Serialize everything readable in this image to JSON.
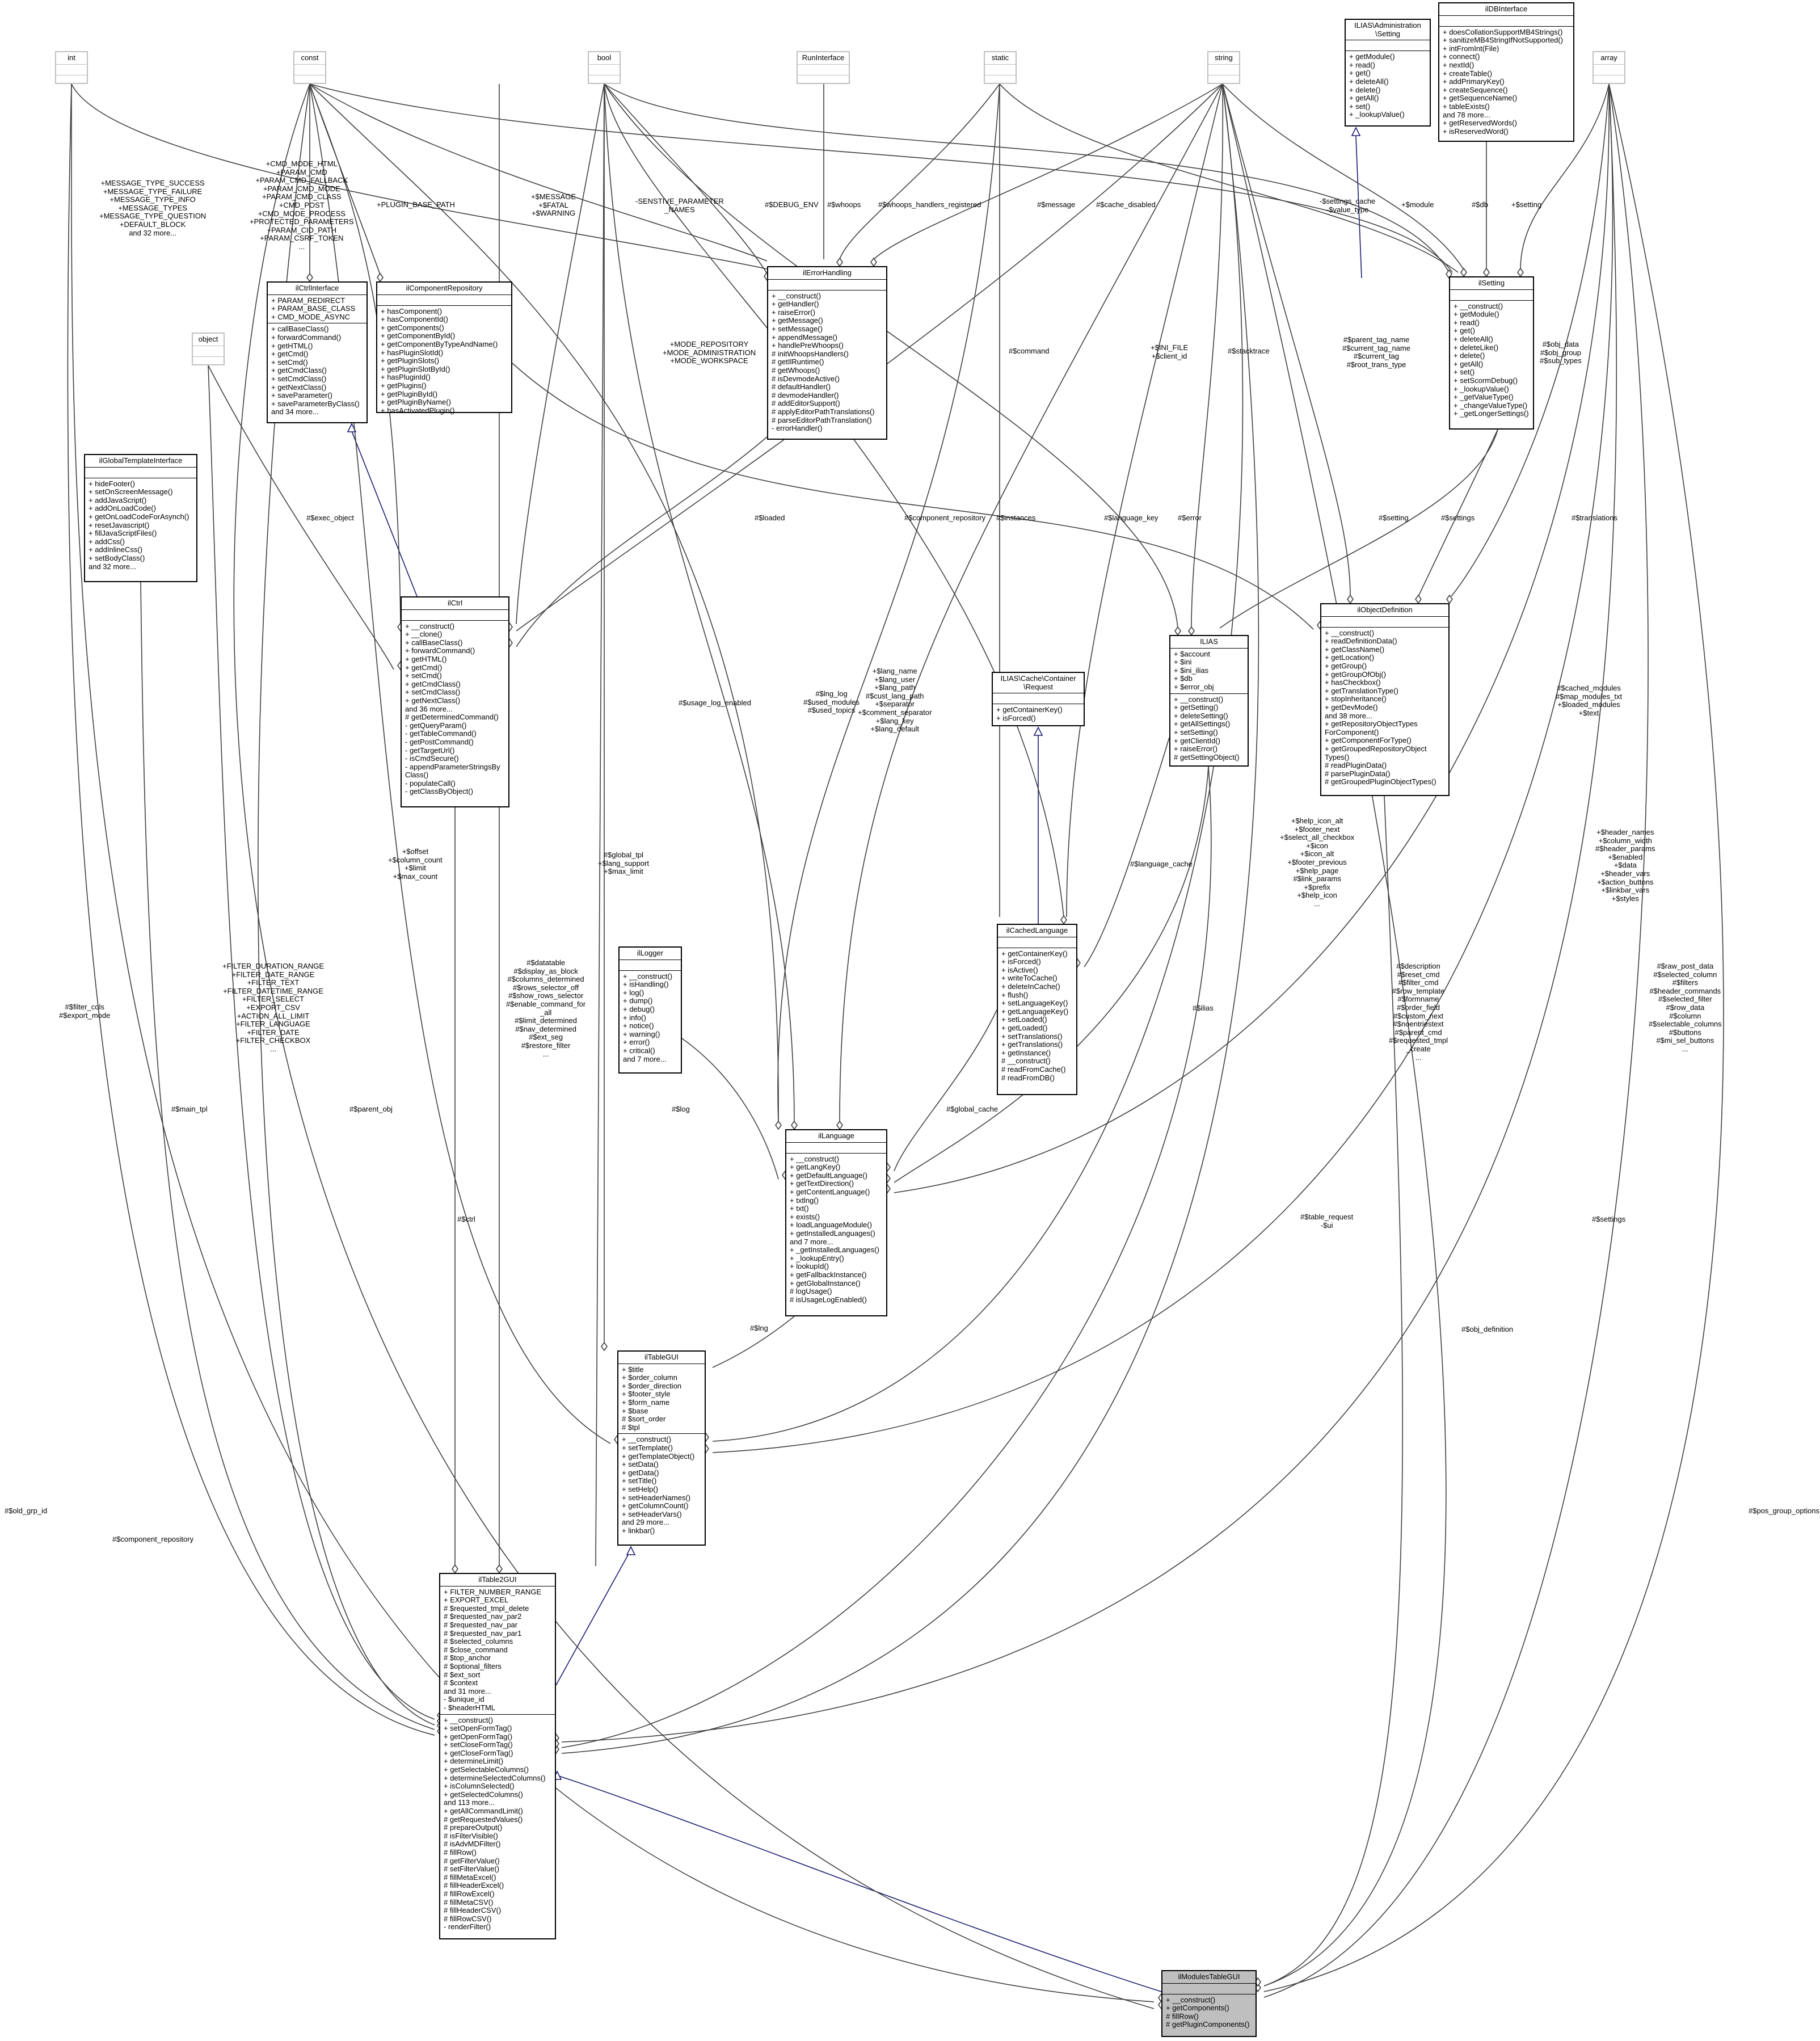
{
  "diagram": {
    "classes": {
      "int": {
        "title": "int",
        "attrs": [],
        "ops": [],
        "ghost": true
      },
      "const": {
        "title": "const",
        "attrs": [],
        "ops": [],
        "ghost": true
      },
      "bool": {
        "title": "bool",
        "attrs": [],
        "ops": [],
        "ghost": true
      },
      "RunInterface": {
        "title": "RunInterface",
        "attrs": [],
        "ops": [],
        "ghost": true
      },
      "static": {
        "title": "static",
        "attrs": [],
        "ops": [],
        "ghost": true
      },
      "string": {
        "title": "string",
        "attrs": [],
        "ops": [],
        "ghost": true
      },
      "object": {
        "title": "object",
        "attrs": [],
        "ops": [],
        "ghost": true
      },
      "array": {
        "title": "array",
        "attrs": [],
        "ops": [],
        "ghost": true
      },
      "AdminSetting": {
        "title": "ILIAS\\Administration\n\\Setting",
        "attrs": [],
        "ops": [
          "+ getModule()",
          "+ read()",
          "+ get()",
          "+ deleteAll()",
          "+ delete()",
          "+ getAll()",
          "+ set()",
          "+ _lookupValue()"
        ]
      },
      "ilDBInterface": {
        "title": "ilDBInterface",
        "attrs": [],
        "ops": [
          "+ doesCollationSupportMB4Strings()",
          "+ sanitizeMB4StringIfNotSupported()",
          "+ intFromInt(File)",
          "+ connect()",
          "+ nextId()",
          "+ createTable()",
          "+ addPrimaryKey()",
          "+ createSequence()",
          "+ getSequenceName()",
          "+ tableExists()",
          "and 78 more...",
          "+ getReservedWords()",
          "+ isReservedWord()"
        ]
      },
      "ilCtrlInterface": {
        "title": "ilCtrlInterface",
        "attrs": [
          "+ PARAM_REDIRECT",
          "+ PARAM_BASE_CLASS",
          "+ CMD_MODE_ASYNC"
        ],
        "ops": [
          "+ callBaseClass()",
          "+ forwardCommand()",
          "+ getHTML()",
          "+ getCmd()",
          "+ setCmd()",
          "+ getCmdClass()",
          "+ setCmdClass()",
          "+ getNextClass()",
          "+ saveParameter()",
          "+ saveParameterByClass()",
          "and 34 more..."
        ]
      },
      "ilComponentRepository": {
        "title": "ilComponentRepository",
        "attrs": [],
        "ops": [
          "+ hasComponent()",
          "+ hasComponentId()",
          "+ getComponents()",
          "+ getComponentById()",
          "+ getComponentByTypeAndName()",
          "+ hasPluginSlotId()",
          "+ getPluginSlots()",
          "+ getPluginSlotById()",
          "+ hasPluginId()",
          "+ getPlugins()",
          "+ getPluginById()",
          "+ getPluginByName()",
          "+ hasActivatedPlugin()"
        ]
      },
      "ilErrorHandling": {
        "title": "ilErrorHandling",
        "attrs": [],
        "ops": [
          "+ __construct()",
          "+ getHandler()",
          "+ raiseError()",
          "+ getMessage()",
          "+ setMessage()",
          "+ appendMessage()",
          "+ handlePreWhoops()",
          "# initWhoopsHandlers()",
          "# getIlRuntime()",
          "# getWhoops()",
          "# isDevmodeActive()",
          "# defaultHandler()",
          "# devmodeHandler()",
          "# addEditorSupport()",
          "# applyEditorPathTranslations()",
          "# parseEditorPathTranslation()",
          "- errorHandler()"
        ]
      },
      "ilSetting": {
        "title": "ilSetting",
        "attrs": [],
        "ops": [
          "+ __construct()",
          "+ getModule()",
          "+ read()",
          "+ get()",
          "+ deleteAll()",
          "+ deleteLike()",
          "+ delete()",
          "+ getAll()",
          "+ set()",
          "+ setScormDebug()",
          "+ _lookupValue()",
          "+ _getValueType()",
          "+ _changeValueType()",
          "+ _getLongerSettings()"
        ]
      },
      "ilGlobalTemplateInterface": {
        "title": "ilGlobalTemplateInterface",
        "attrs": [],
        "ops": [
          "+ hideFooter()",
          "+ setOnScreenMessage()",
          "+ addJavaScript()",
          "+ addOnLoadCode()",
          "+ getOnLoadCodeForAsynch()",
          "+ resetJavascript()",
          "+ fillJavaScriptFiles()",
          "+ addCss()",
          "+ addInlineCss()",
          "+ setBodyClass()",
          "and 32 more..."
        ]
      },
      "ilCtrl": {
        "title": "ilCtrl",
        "attrs": [],
        "ops": [
          "+ __construct()",
          "+ __clone()",
          "+ callBaseClass()",
          "+ forwardCommand()",
          "+ getHTML()",
          "+ getCmd()",
          "+ setCmd()",
          "+ getCmdClass()",
          "+ setCmdClass()",
          "+ getNextClass()",
          "and 36 more...",
          "# getDeterminedCommand()",
          "- getQueryParam()",
          "- getTableCommand()",
          "- getPostCommand()",
          "- getTargetUrl()",
          "- isCmdSecure()",
          "- appendParameterStringsBy",
          "Class()",
          "- populateCall()",
          "- getClassByObject()"
        ]
      },
      "ilObjectDefinition": {
        "title": "ilObjectDefinition",
        "attrs": [],
        "ops": [
          "+ __construct()",
          "+ readDefinitionData()",
          "+ getClassName()",
          "+ getLocation()",
          "+ getGroup()",
          "+ getGroupOfObj()",
          "+ hasCheckbox()",
          "+ getTranslationType()",
          "+ stopInheritance()",
          "+ getDevMode()",
          "and 38 more...",
          "+ getRepositoryObjectTypes",
          "ForComponent()",
          "+ getComponentForType()",
          "+ getGroupedRepositoryObject",
          "Types()",
          "# readPluginData()",
          "# parsePluginData()",
          "# getGroupedPluginObjectTypes()"
        ]
      },
      "ILIAS": {
        "title": "ILIAS",
        "attrs": [
          "+ $account",
          "+ $ini",
          "+ $ini_ilias",
          "+ $db",
          "+ $error_obj"
        ],
        "ops": [
          "+ __construct()",
          "+ getSetting()",
          "+ deleteSetting()",
          "+ getAllSettings()",
          "+ setSetting()",
          "+ getClientId()",
          "+ raiseError()",
          "# getSettingObject()"
        ]
      },
      "ContainerRequest": {
        "title": "ILIAS\\Cache\\Container\n\\Request",
        "attrs": [],
        "ops": [
          "+ getContainerKey()",
          "+ isForced()"
        ]
      },
      "ilCachedLanguage": {
        "title": "ilCachedLanguage",
        "attrs": [],
        "ops": [
          "+ getContainerKey()",
          "+ isForced()",
          "+ isActive()",
          "+ writeToCache()",
          "+ deleteInCache()",
          "+ flush()",
          "+ setLanguageKey()",
          "+ getLanguageKey()",
          "+ setLoaded()",
          "+ getLoaded()",
          "+ setTranslations()",
          "+ getTranslations()",
          "+ getInstance()",
          "# __construct()",
          "# readFromCache()",
          "# readFromDB()"
        ]
      },
      "ilLogger": {
        "title": "ilLogger",
        "attrs": [],
        "ops": [
          "+ __construct()",
          "+ isHandling()",
          "+ log()",
          "+ dump()",
          "+ debug()",
          "+ info()",
          "+ notice()",
          "+ warning()",
          "+ error()",
          "+ critical()",
          "and 7 more..."
        ]
      },
      "ilLanguage": {
        "title": "ilLanguage",
        "attrs": [],
        "ops": [
          "+ __construct()",
          "+ getLangKey()",
          "+ getDefaultLanguage()",
          "+ getTextDirection()",
          "+ getContentLanguage()",
          "+ txtlng()",
          "+ txt()",
          "+ exists()",
          "+ loadLanguageModule()",
          "+ getInstalledLanguages()",
          "and 7 more...",
          "+ _getInstalledLanguages()",
          "+ _lookupEntry()",
          "+ lookupId()",
          "+ getFallbackInstance()",
          "+ getGlobalInstance()",
          "# logUsage()",
          "# isUsageLogEnabled()"
        ]
      },
      "ilTableGUI": {
        "title": "ilTableGUI",
        "attrs": [
          "+ $title",
          "+ $order_column",
          "+ $order_direction",
          "+ $footer_style",
          "+ $form_name",
          "+ $base",
          "# $sort_order",
          "# $tpl"
        ],
        "ops": [
          "+ __construct()",
          "+ setTemplate()",
          "+ getTemplateObject()",
          "+ setData()",
          "+ getData()",
          "+ setTitle()",
          "+ setHelp()",
          "+ setHeaderNames()",
          "+ getColumnCount()",
          "+ setHeaderVars()",
          "and 29 more...",
          "+ linkbar()"
        ]
      },
      "ilTable2GUI": {
        "title": "ilTable2GUI",
        "attrs": [
          "+ FILTER_NUMBER_RANGE",
          "+ EXPORT_EXCEL",
          "# $requested_tmpl_delete",
          "# $requested_nav_par2",
          "# $requested_nav_par",
          "# $requested_nav_par1",
          "# $selected_columns",
          "# $close_command",
          "# $top_anchor",
          "# $optional_filters",
          "# $ext_sort",
          "# $context",
          "and 31 more...",
          "- $unique_id",
          "- $headerHTML"
        ],
        "ops": [
          "+ __construct()",
          "+ setOpenFormTag()",
          "+ getOpenFormTag()",
          "+ setCloseFormTag()",
          "+ getCloseFormTag()",
          "+ determineLimit()",
          "+ getSelectableColumns()",
          "+ determineSelectedColumns()",
          "+ isColumnSelected()",
          "+ getSelectedColumns()",
          "and 113 more...",
          "+ getAllCommandLimit()",
          "# getRequestedValues()",
          "# prepareOutput()",
          "# isFilterVisible()",
          "# isAdvMDFilter()",
          "# fillRow()",
          "# getFilterValue()",
          "# setFilterValue()",
          "# fillMetaExcel()",
          "# fillHeaderExcel()",
          "# fillRowExcel()",
          "# fillMetaCSV()",
          "# fillHeaderCSV()",
          "# fillRowCSV()",
          "- renderFilter()"
        ]
      },
      "ilModulesTableGUI": {
        "title": "ilModulesTableGUI",
        "attrs": [],
        "ops": [
          "+ __construct()",
          "+ getComponents()",
          "# fillRow()",
          "# getPluginComponents()"
        ],
        "focus": true
      }
    },
    "edge_labels": {
      "l01": "+MESSAGE_TYPE_SUCCESS\n+MESSAGE_TYPE_FAILURE\n+MESSAGE_TYPE_INFO\n+MESSAGE_TYPES\n+MESSAGE_TYPE_QUESTION\n+DEFAULT_BLOCK\nand 32 more...",
      "l02": "+CMD_MODE_HTML\n+PARAM_CMD\n+PARAM_CMD_FALLBACK\n+PARAM_CMD_MODE\n+PARAM_CMD_CLASS\n+CMD_POST\n+CMD_MODE_PROCESS\n+PROTECTED_PARAMETERS\n+PARAM_CID_PATH\n+PARAM_CSRF_TOKEN\n...",
      "l03": "+PLUGIN_BASE_PATH",
      "l04": "+$MESSAGE\n+$FATAL\n+$WARNING",
      "l05": "-SENSTIVE_PARAMETER\n_NAMES",
      "l06": "#$DEBUG_ENV",
      "l07": "#$whoops",
      "l08": "#$whoops_handlers_registered",
      "l09": "#$message",
      "l10": "#$cache_disabled",
      "l11": "-$settings_cache\n-$value_type",
      "l12": "+$module",
      "l13": "#$db",
      "l14": "+$setting",
      "l15": "+MODE_REPOSITORY\n+MODE_ADMINISTRATION\n+MODE_WORKSPACE",
      "l16": "#$command",
      "l17": "+$INI_FILE\n+$client_id",
      "l18": "#$stacktrace",
      "l19": "#$parent_tag_name\n#$current_tag_name\n#$current_tag\n#$root_trans_type",
      "l20": "#$obj_data\n#$obj_group\n#$sub_types",
      "l21": "#$exec_object",
      "l22": "#$loaded",
      "l23": "#$component_repository",
      "l24": "#$instances",
      "l25": "#$language_key",
      "l26": "#$error",
      "l27": "#$setting",
      "l28": "#$settings",
      "l29": "#$translations",
      "l30": "#$usage_log_enabled",
      "l31": "#$lng_log\n#$used_modules\n#$used_topics",
      "l32": "+$lang_name\n+$lang_user\n+$lang_path\n#$cust_lang_path\n+$separator\n+$comment_separator\n+$lang_key\n+$lang_default",
      "l33": "#$cached_modules\n#$map_modules_txt\n+$loaded_modules\n+$text",
      "l34": "+$help_icon_alt\n+$footer_next\n+$select_all_checkbox\n+$icon\n+$icon_alt\n+$footer_previous\n+$help_page\n#$link_params\n+$prefix\n+$help_icon\n...",
      "l35": "+$header_names\n+$column_width\n#$header_params\n+$enabled\n+$data\n+$header_vars\n+$action_buttons\n+$linkbar_vars\n+$styles",
      "l36": "#$language_cache",
      "l37": "+$offset\n+$column_count\n+$limit\n+$max_count",
      "l38": "#$global_tpl\n+$lang_support\n+$max_limit",
      "l39": "+FILTER_DURATION_RANGE\n+FILTER_DATE_RANGE\n+FILTER_TEXT\n+FILTER_DATETIME_RANGE\n+FILTER_SELECT\n+EXPORT_CSV\n+ACTION_ALL_LIMIT\n+FILTER_LANGUAGE\n+FILTER_DATE\n+FILTER_CHECKBOX\n...",
      "l40": "#$datatable\n#$display_as_block\n#$columns_determined\n#$rows_selector_off\n#$show_rows_selector\n#$enable_command_for\n_all\n#$limit_determined\n#$nav_determined\n#$ext_seg\n#$restore_filter\n...",
      "l41": "#$ilias",
      "l42": "#$global_cache",
      "l43": "#$log",
      "l44": "#$description\n#$reset_cmd\n#$filter_cmd\n#$row_template\n#$formname\n#$order_field\n#$custom_next\n#$noentriestext\n#$parent_cmd\n#$requested_tmpl\n_create\n...",
      "l45": "#$raw_post_data\n#$selected_column\n#$filters\n#$header_commands\n#$selected_filter\n#$row_data\n#$column\n#$selectable_columns\n#$buttons\n#$mi_sel_buttons\n...",
      "l46": "#$filter_cols\n#$export_mode",
      "l47": "#$main_tpl",
      "l48": "#$parent_obj",
      "l49": "#$ctrl",
      "l50": "#$lng",
      "l51": "#$table_request\n-$ui",
      "l52": "#$settings",
      "l53": "#$obj_definition",
      "l54": "#$old_grp_id",
      "l55": "#$component_repository",
      "l56": "#$pos_group_options"
    }
  }
}
